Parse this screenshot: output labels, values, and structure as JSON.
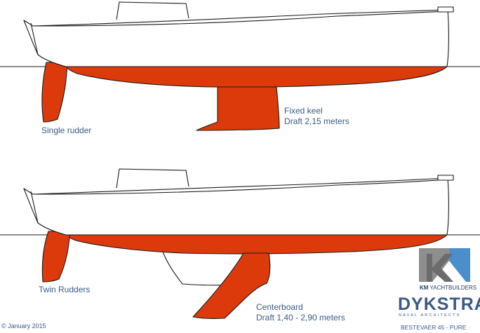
{
  "labels": {
    "single_rudder": "Single rudder",
    "fixed_keel": "Fixed keel",
    "fixed_draft": "Draft 2,15 meters",
    "twin_rudders": "Twin Rudders",
    "centerboard": "Centerboard",
    "centerboard_draft": "Draft 1,40 - 2,90 meters"
  },
  "copyright": "©  January 2015",
  "logo": {
    "km_bold": "KM",
    "km_rest": " YACHTBUILDERS",
    "dykstra": "DYKSTRA",
    "dykstra_sub": "NAVAL ARCHITECTS",
    "model": "BESTEVAER 45 - PURE"
  },
  "colors": {
    "underwater": "#dd3a0c",
    "outline": "#1a1a1a",
    "text": "#3b5b84",
    "logo_grey": "#8a8a8a",
    "logo_blue": "#3d86c6"
  }
}
